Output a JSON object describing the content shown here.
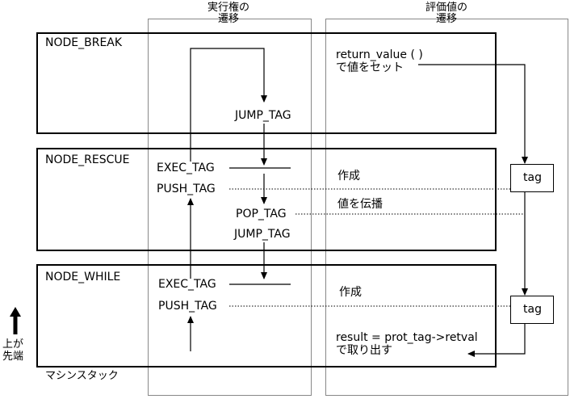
{
  "columns": {
    "exec_transition": "実行権の\n遷移",
    "eval_transition": "評価値の\n遷移"
  },
  "frames": {
    "break": {
      "name": "NODE_BREAK",
      "jump_tag": "JUMP_TAG",
      "return_note": "return_value ( )\nで値をセット"
    },
    "rescue": {
      "name": "NODE_RESCUE",
      "exec_tag": "EXEC_TAG",
      "push_tag": "PUSH_TAG",
      "pop_tag": "POP_TAG",
      "jump_tag": "JUMP_TAG",
      "create_note": "作成",
      "propagate_note": "値を伝播"
    },
    "while": {
      "name": "NODE_WHILE",
      "exec_tag": "EXEC_TAG",
      "push_tag": "PUSH_TAG",
      "create_note": "作成",
      "result_note": "result = prot_tag->retval\nで取り出す"
    }
  },
  "tags": {
    "upper": "tag",
    "lower": "tag"
  },
  "stack": {
    "label": "マシンスタック",
    "top_legend": "上が\n先端"
  }
}
